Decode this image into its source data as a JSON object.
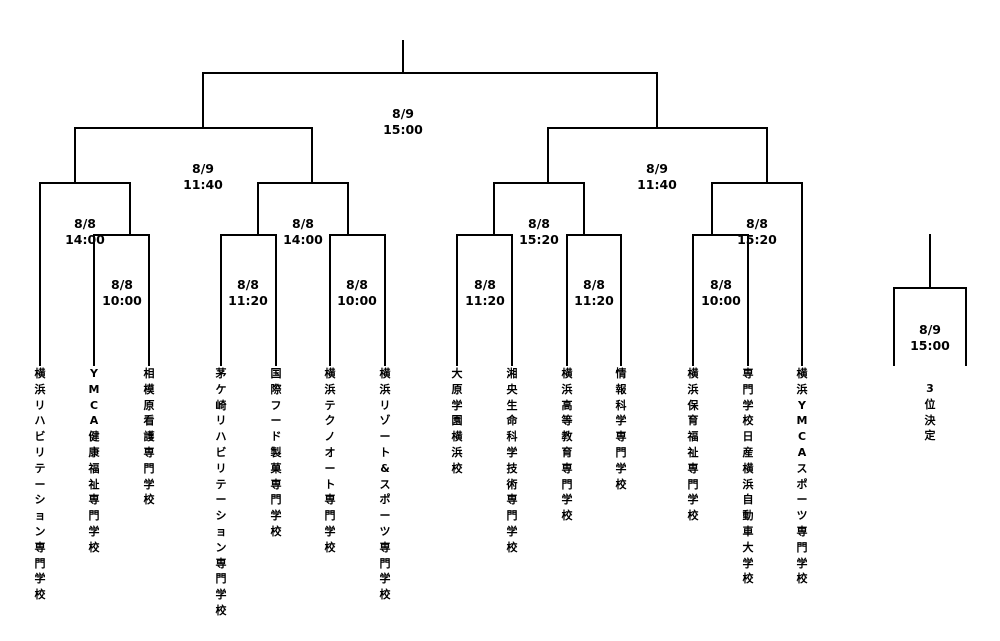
{
  "matches": {
    "final": {
      "date": "8/9",
      "time": "15:00"
    },
    "sf_left": {
      "date": "8/9",
      "time": "11:40"
    },
    "sf_right": {
      "date": "8/9",
      "time": "11:40"
    },
    "qf1": {
      "date": "8/8",
      "time": "14:00"
    },
    "qf2": {
      "date": "8/8",
      "time": "14:00"
    },
    "qf3": {
      "date": "8/8",
      "time": "15:20"
    },
    "qf4": {
      "date": "8/8",
      "time": "15:20"
    },
    "r1a": {
      "date": "8/8",
      "time": "10:00"
    },
    "r1b": {
      "date": "8/8",
      "time": "11:20"
    },
    "r1c": {
      "date": "8/8",
      "time": "10:00"
    },
    "r1d": {
      "date": "8/8",
      "time": "11:20"
    },
    "r1e": {
      "date": "8/8",
      "time": "11:20"
    },
    "r1f": {
      "date": "8/8",
      "time": "10:00"
    },
    "third_place": {
      "date": "8/9",
      "time": "15:00"
    }
  },
  "teams": [
    "横浜リハビリテーション専門学校",
    "YMCA健康福祉専門学校",
    "相模原看護専門学校",
    "茅ケ崎リハビリテーション専門学校",
    "国際フード製菓専門学校",
    "横浜テクノオート専門学校",
    "横浜リゾート&スポーツ専門学校",
    "大原学園横浜校",
    "湘央生命科学技術専門学校",
    "横浜高等教育専門学校",
    "情報科学専門学校",
    "横浜保育福祉専門学校",
    "専門学校日産横浜自動車大学校",
    "横浜YMCAスポーツ専門学校"
  ],
  "third_place_label": "3位決定"
}
